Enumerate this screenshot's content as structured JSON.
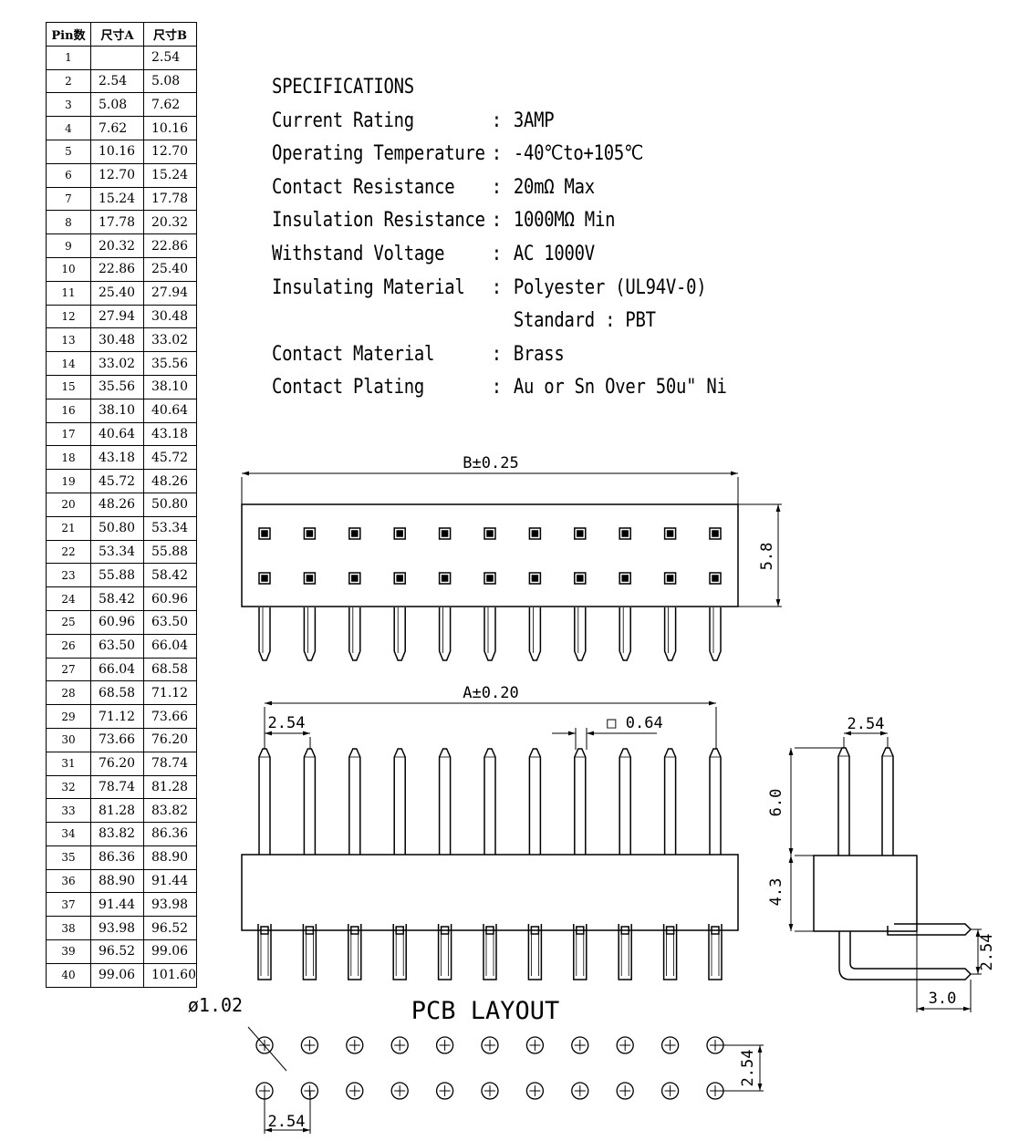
{
  "table": {
    "headers": [
      "Pin数",
      "尺寸A",
      "尺寸B"
    ],
    "rows": [
      [
        "1",
        "",
        "2.54"
      ],
      [
        "2",
        "2.54",
        "5.08"
      ],
      [
        "3",
        "5.08",
        "7.62"
      ],
      [
        "4",
        "7.62",
        "10.16"
      ],
      [
        "5",
        "10.16",
        "12.70"
      ],
      [
        "6",
        "12.70",
        "15.24"
      ],
      [
        "7",
        "15.24",
        "17.78"
      ],
      [
        "8",
        "17.78",
        "20.32"
      ],
      [
        "9",
        "20.32",
        "22.86"
      ],
      [
        "10",
        "22.86",
        "25.40"
      ],
      [
        "11",
        "25.40",
        "27.94"
      ],
      [
        "12",
        "27.94",
        "30.48"
      ],
      [
        "13",
        "30.48",
        "33.02"
      ],
      [
        "14",
        "33.02",
        "35.56"
      ],
      [
        "15",
        "35.56",
        "38.10"
      ],
      [
        "16",
        "38.10",
        "40.64"
      ],
      [
        "17",
        "40.64",
        "43.18"
      ],
      [
        "18",
        "43.18",
        "45.72"
      ],
      [
        "19",
        "45.72",
        "48.26"
      ],
      [
        "20",
        "48.26",
        "50.80"
      ],
      [
        "21",
        "50.80",
        "53.34"
      ],
      [
        "22",
        "53.34",
        "55.88"
      ],
      [
        "23",
        "55.88",
        "58.42"
      ],
      [
        "24",
        "58.42",
        "60.96"
      ],
      [
        "25",
        "60.96",
        "63.50"
      ],
      [
        "26",
        "63.50",
        "66.04"
      ],
      [
        "27",
        "66.04",
        "68.58"
      ],
      [
        "28",
        "68.58",
        "71.12"
      ],
      [
        "29",
        "71.12",
        "73.66"
      ],
      [
        "30",
        "73.66",
        "76.20"
      ],
      [
        "31",
        "76.20",
        "78.74"
      ],
      [
        "32",
        "78.74",
        "81.28"
      ],
      [
        "33",
        "81.28",
        "83.82"
      ],
      [
        "34",
        "83.82",
        "86.36"
      ],
      [
        "35",
        "86.36",
        "88.90"
      ],
      [
        "36",
        "88.90",
        "91.44"
      ],
      [
        "37",
        "91.44",
        "93.98"
      ],
      [
        "38",
        "93.98",
        "96.52"
      ],
      [
        "39",
        "96.52",
        "99.06"
      ],
      [
        "40",
        "99.06",
        "101.60"
      ]
    ]
  },
  "specifications": {
    "title": "SPECIFICATIONS",
    "items": [
      {
        "label": "Current Rating",
        "sep": ":",
        "value": "3AMP"
      },
      {
        "label": "Operating Temperature",
        "sep": ":",
        "value": "-40℃to+105℃"
      },
      {
        "label": "Contact Resistance",
        "sep": ":",
        "value": "20mΩ Max"
      },
      {
        "label": "Insulation Resistance",
        "sep": ":",
        "value": "1000MΩ Min"
      },
      {
        "label": "Withstand Voltage",
        "sep": ":",
        "value": "AC 1000V"
      },
      {
        "label": "Insulating Material",
        "sep": ":",
        "value": "Polyester (UL94V-0)"
      },
      {
        "label": "",
        "sep": "",
        "value": "Standard : PBT"
      },
      {
        "label": "Contact Material",
        "sep": ":",
        "value": "Brass"
      },
      {
        "label": "Contact Plating",
        "sep": ":",
        "value": "Au or Sn Over 50u\" Ni"
      }
    ]
  },
  "dimensions": {
    "b_width": "B±0.25",
    "height_top": "5.8",
    "a_width": "A±0.20",
    "pitch_front": "2.54",
    "pin_square": "□ 0.64",
    "pitch_side": "2.54",
    "pin_above": "6.0",
    "body_height": "4.3",
    "row_pitch_side": "2.54",
    "tail_length": "3.0",
    "hole_diameter": "ø1.02",
    "pcb_row_pitch": "2.54",
    "pcb_pitch": "2.54"
  },
  "pcb_title": "PCB LAYOUT",
  "drawing_columns": 11
}
